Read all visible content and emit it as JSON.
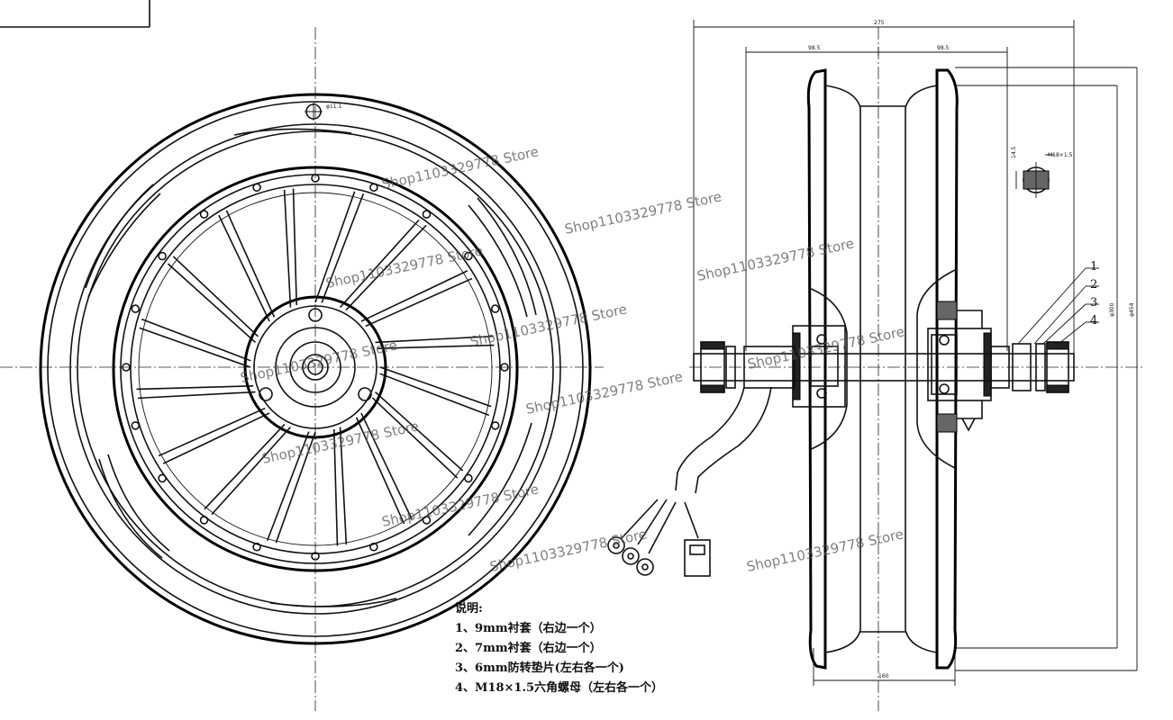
{
  "notes": {
    "title": "说明:",
    "items": [
      "1、9mm衬套（右边一个）",
      "2、7mm衬套（右边一个）",
      "3、6mm防转垫片(左右各一个)",
      "4、M18×1.5六角螺母（左右各一个）"
    ]
  },
  "callouts": [
    "1",
    "2",
    "3",
    "4"
  ],
  "dimensions": {
    "top_total": "275",
    "top_left": "98.5",
    "top_right": "98.5",
    "bottom_width": "160",
    "rim_height": "φ300",
    "overall_height": "φ454",
    "thread": "M18×1.5",
    "flat": "14.5",
    "front_hole": "φ11.1"
  },
  "watermark": "Shop1103329778 Store"
}
